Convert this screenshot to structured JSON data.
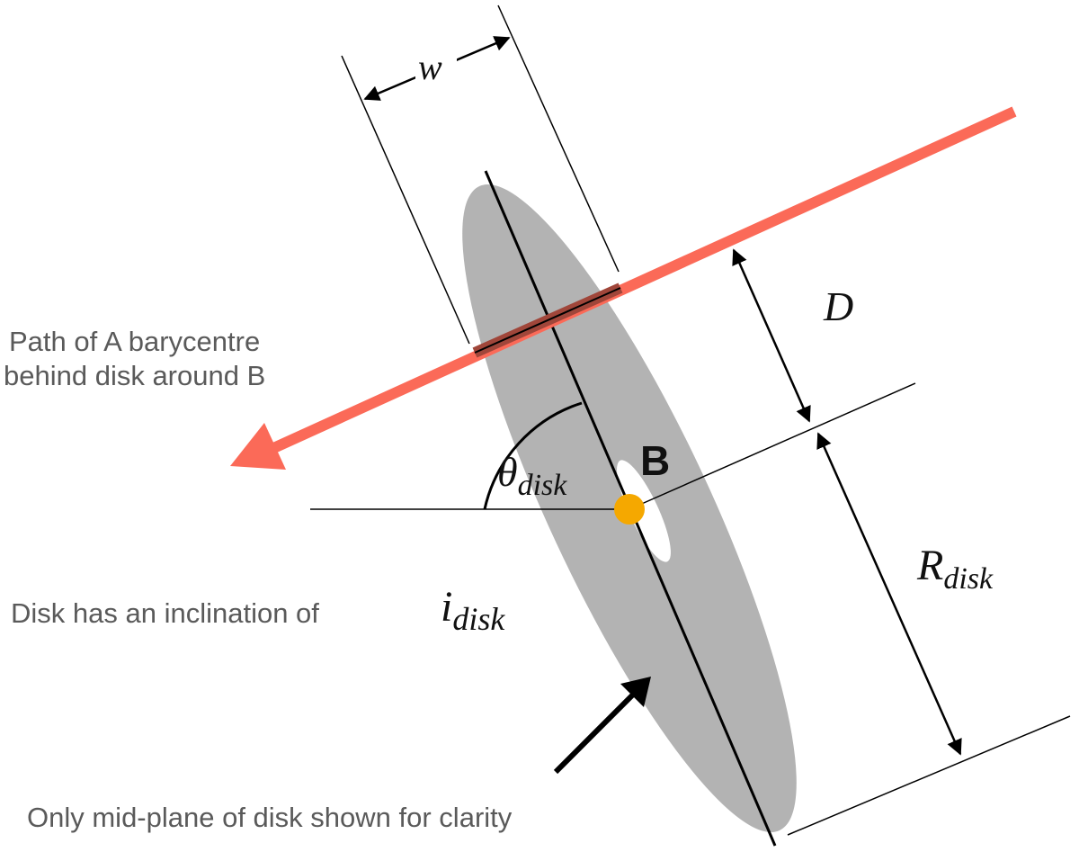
{
  "captions": {
    "path_line1": "Path of A barycentre",
    "path_line2": "behind disk around B",
    "inclination_text": "Disk has an inclination of",
    "midplane_note": "Only mid-plane of disk shown for clarity"
  },
  "symbols": {
    "w": "w",
    "D": "D",
    "R_main": "R",
    "R_sub": "disk",
    "theta_main": "θ",
    "theta_sub": "disk",
    "i_main": "i",
    "i_sub": "disk",
    "B": "B"
  },
  "colors": {
    "disk_fill": "#b3b3b3",
    "path_arrow": "#fb6a58",
    "star_B": "#f5a800",
    "line": "#000000",
    "caption_text": "#5a5a5a"
  }
}
